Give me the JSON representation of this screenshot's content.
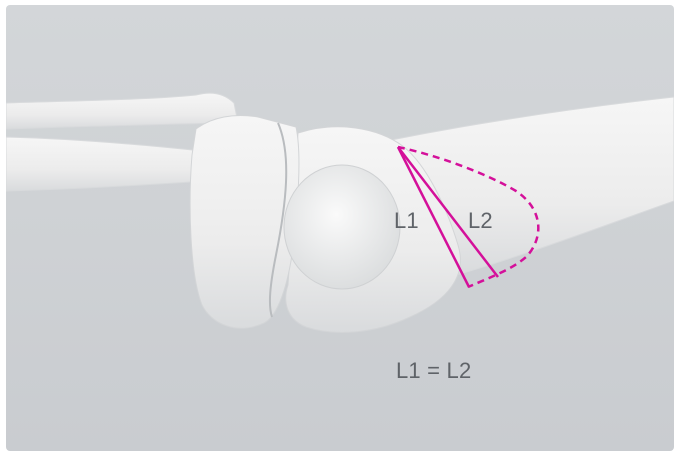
{
  "diagram": {
    "label_l1": "L1",
    "label_l2": "L2",
    "equation": "L1 = L2",
    "colors": {
      "background": "#cfd2d5",
      "bone": "#efefef",
      "bone_shadow": "#d6d8da",
      "measure_lines": "#d4109a",
      "text": "#5f6368"
    },
    "elements": {
      "bone": "elbow-joint",
      "solid_lines": 2,
      "dashed_outline": "olecranon-contour"
    }
  }
}
